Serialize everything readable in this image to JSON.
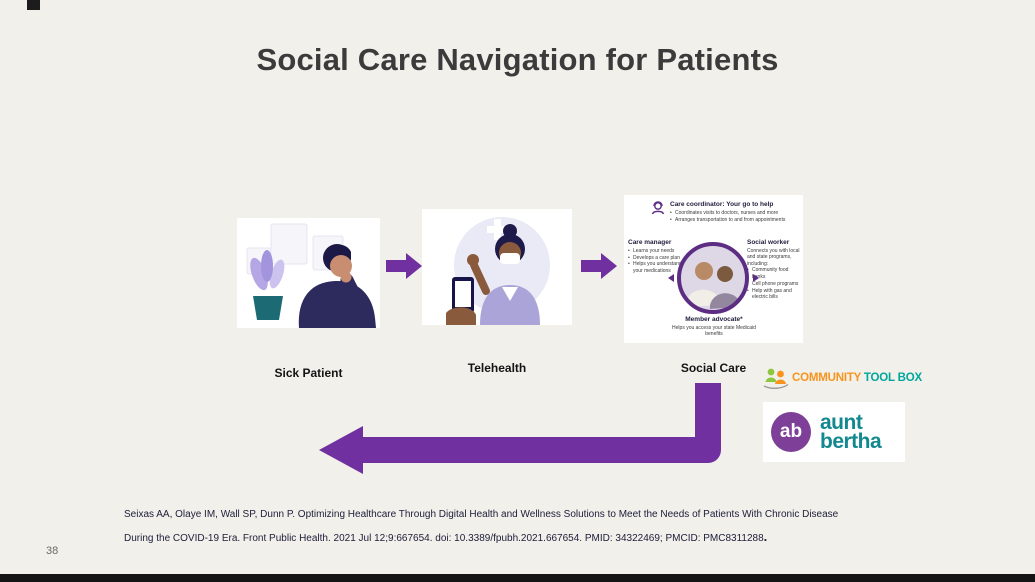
{
  "slide": {
    "title": "Social Care Navigation for Patients",
    "page_number": "38",
    "citation": {
      "line1": "Seixas AA,  Olaye IM, Wall SP, Dunn P. Optimizing Healthcare Through  Digital Health and Wellness Solutions to Meet  the  Needs  of Patients With Chronic Disease",
      "line2": "During the  COVID-19 Era. Front Public Health. 2021 Jul 12;9:667654. doi: 10.3389/fpubh.2021.667654. PMID: 34322469; PMCID: PMC8311288",
      "end_period": "."
    }
  },
  "flow": {
    "steps": [
      {
        "label": "Sick Patient"
      },
      {
        "label": "Telehealth"
      },
      {
        "label": "Social Care"
      }
    ]
  },
  "social_care_panel": {
    "care_coordinator": {
      "title": "Care coordinator: Your go to help",
      "bullets": [
        "Coordinates visits to doctors, nurses and more",
        "Arranges transportation to and from appointments"
      ]
    },
    "care_manager": {
      "title": "Care manager",
      "bullets": [
        "Learns your needs",
        "Develops a care plan",
        "Helps you understand your medications"
      ]
    },
    "social_worker": {
      "title": "Social worker",
      "intro": "Connects you with local and state programs, including:",
      "bullets": [
        "Community food banks",
        "Cell phone programs",
        "Help with gas and electric bills"
      ]
    },
    "member_advocate": {
      "title": "Member advocate*",
      "text": "Helps you access your state Medicaid benefits"
    }
  },
  "logos": {
    "community_tool_box": {
      "word1": "COMMUNITY",
      "word2": "TOOL BOX"
    },
    "aunt_bertha": {
      "monogram": "ab",
      "line1": "aunt",
      "line2": "bertha"
    }
  },
  "colors": {
    "arrow_purple": "#7030a0",
    "background": "#f2f0ea",
    "title_color": "#3b3b3b",
    "ctb_orange": "#f7941d",
    "ctb_teal": "#00a79d",
    "aunt_bertha_teal": "#12888f",
    "aunt_bertha_purple": "#7d3f98"
  }
}
